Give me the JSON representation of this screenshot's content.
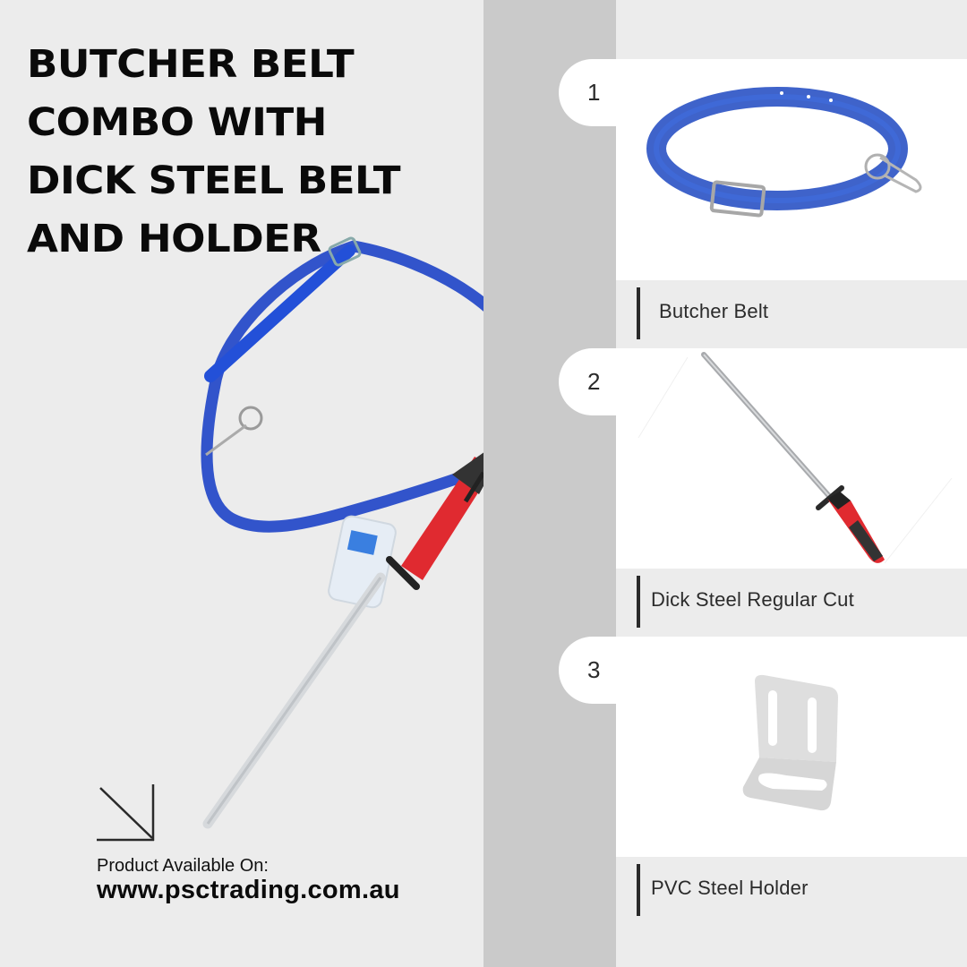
{
  "headline": {
    "title": "BUTCHER BELT COMBO WITH DICK STEEL BELT AND HOLDER"
  },
  "footer": {
    "arrow_icon": "arrow-down-right-icon",
    "available_label": "Product Available On:",
    "url": "www.psctrading.com.au"
  },
  "hero_image": {
    "description": "blue butcher belt with PVC holder and dick steel sharpening rod"
  },
  "colors": {
    "background": "#ececec",
    "strip": "#cacaca",
    "card": "#ffffff",
    "text": "#0a0a0a",
    "belt_blue": "#1e44c8",
    "handle_red": "#e02a30"
  },
  "products": [
    {
      "number": "1",
      "name": "Butcher Belt",
      "icon": "belt-image"
    },
    {
      "number": "2",
      "name": "Dick Steel Regular Cut",
      "icon": "sharpening-steel-image"
    },
    {
      "number": "3",
      "name": "PVC Steel Holder",
      "icon": "steel-holder-image"
    }
  ]
}
